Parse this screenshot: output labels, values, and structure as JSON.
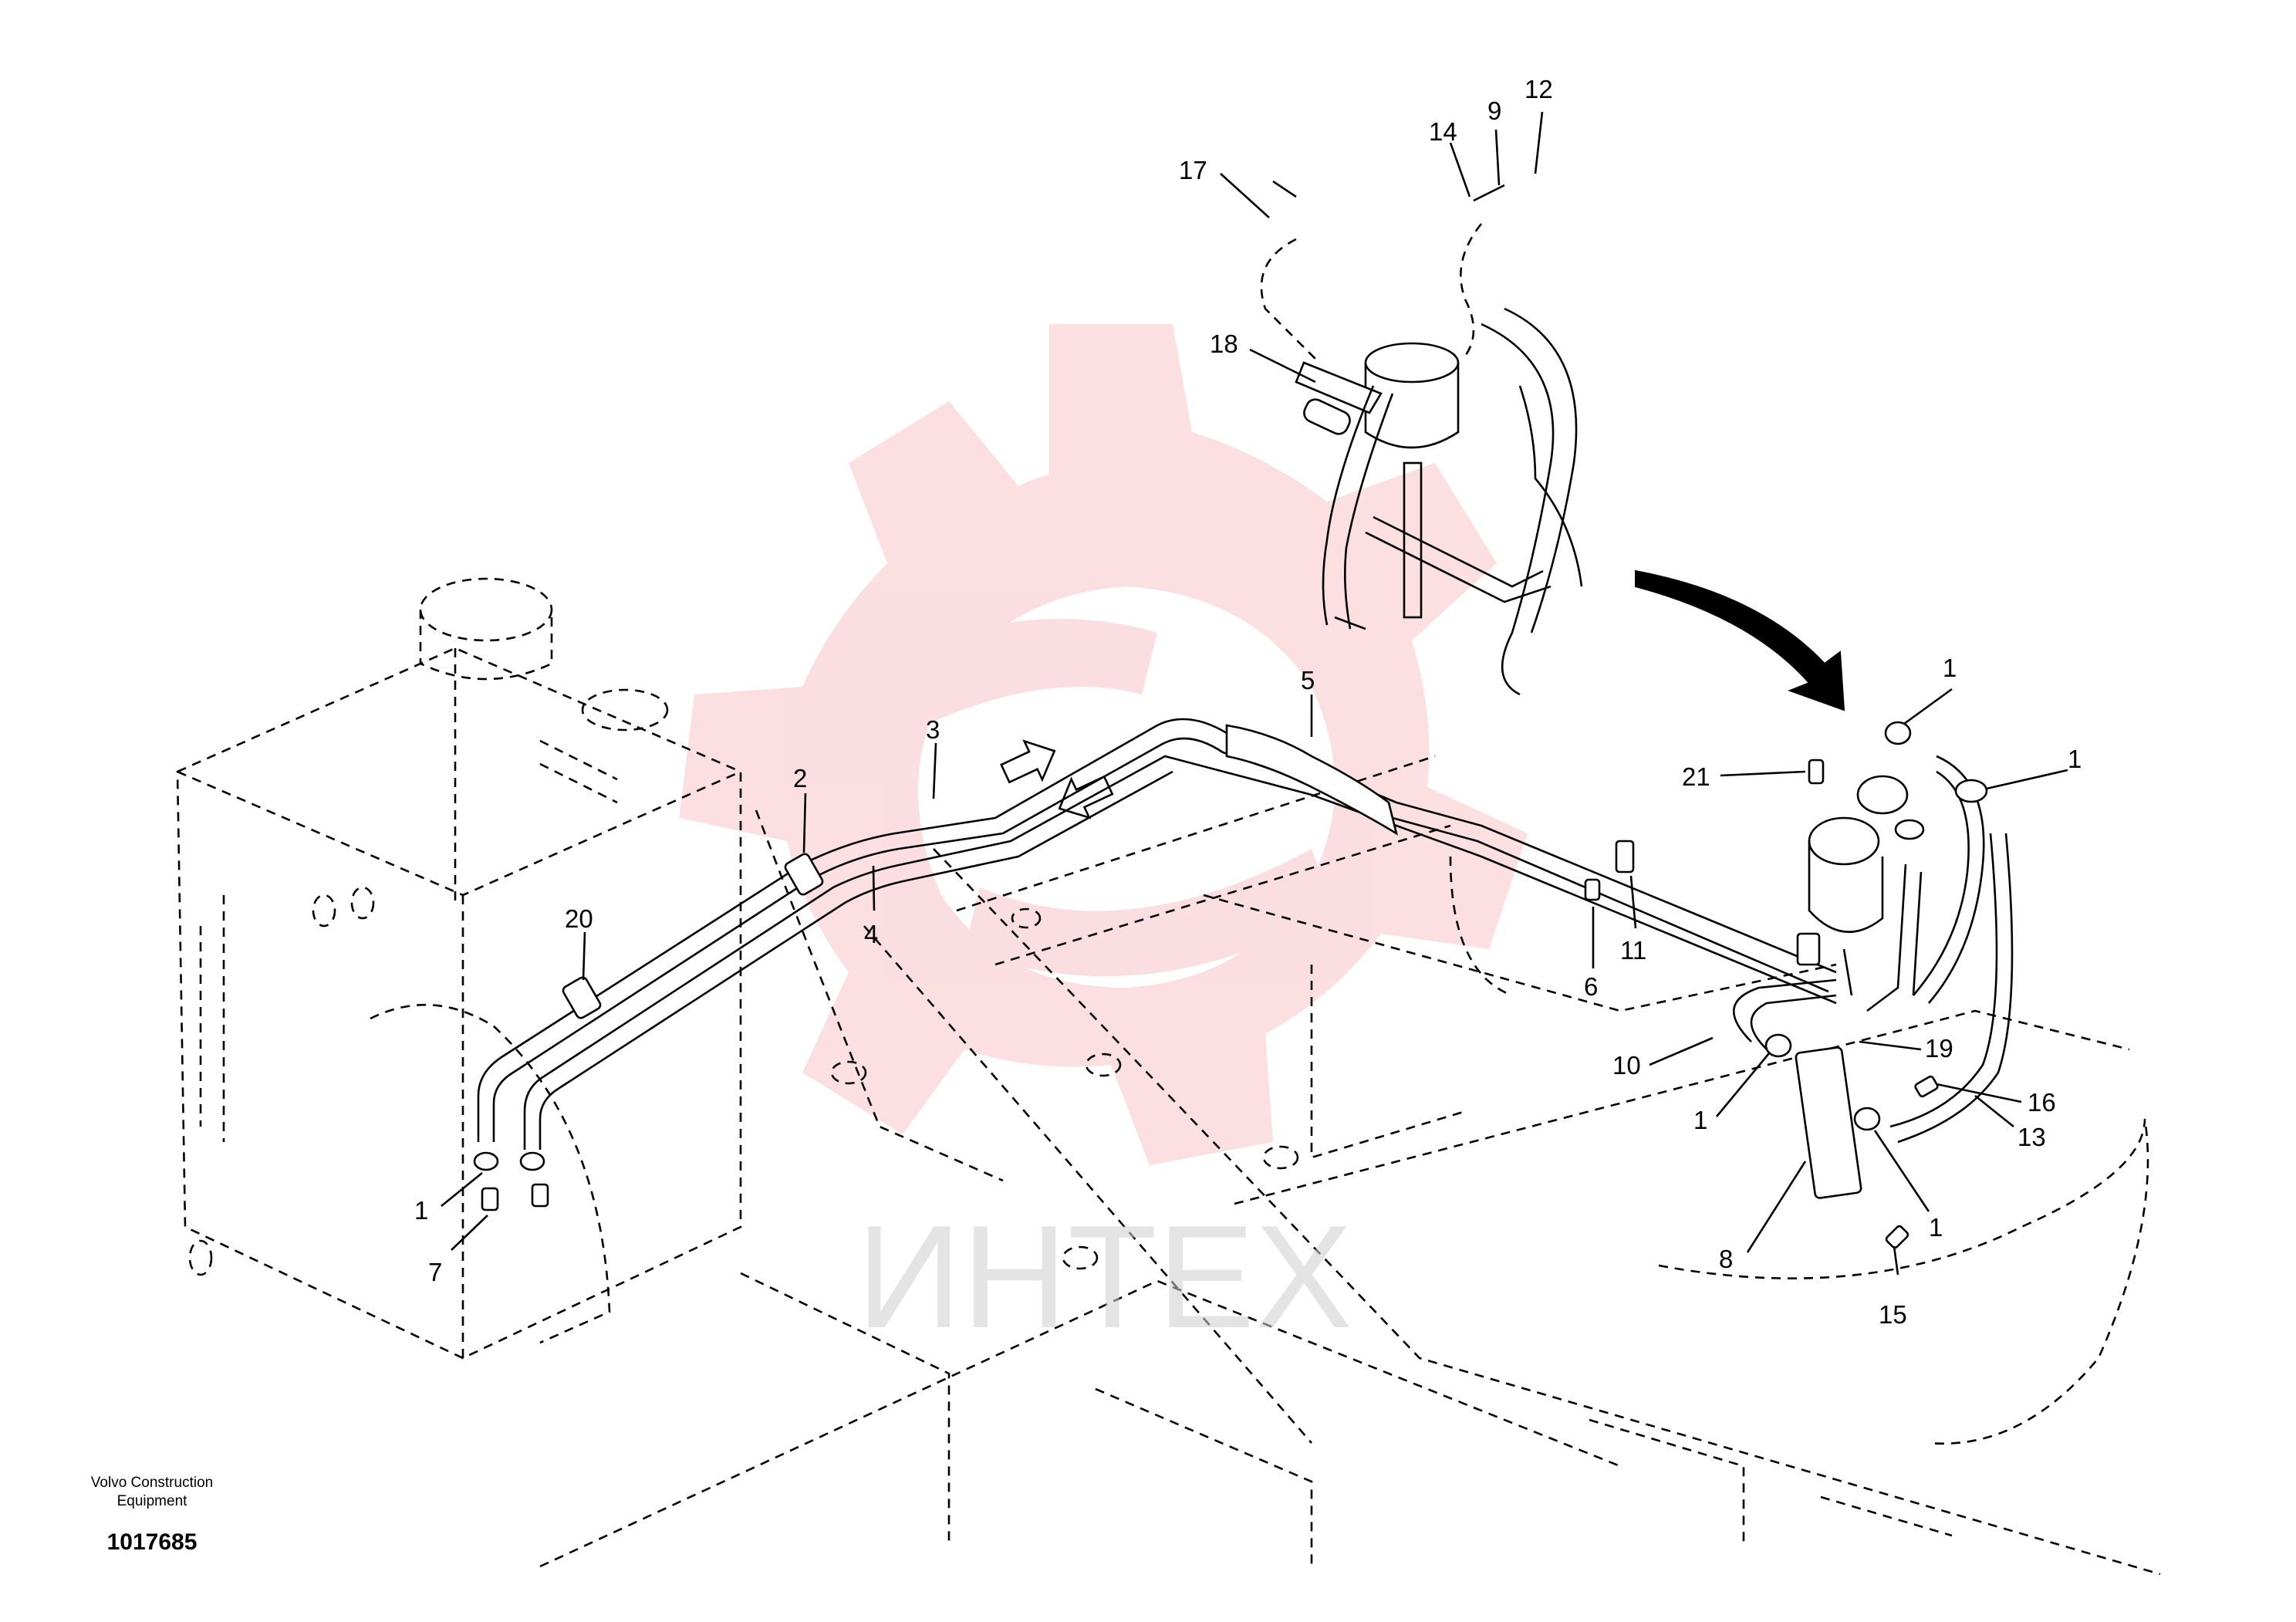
{
  "footer": {
    "manufacturer_line1": "Volvo Construction",
    "manufacturer_line2": "Equipment",
    "drawing_number": "1017685"
  },
  "watermark": {
    "text": "ИНТЕХ",
    "gear_color": "#f6b8bd",
    "text_color": "#cfcfcf"
  },
  "callouts": [
    {
      "id": "c17",
      "label": "17"
    },
    {
      "id": "c14",
      "label": "14"
    },
    {
      "id": "c9",
      "label": "9"
    },
    {
      "id": "c12",
      "label": "12"
    },
    {
      "id": "c18",
      "label": "18"
    },
    {
      "id": "c5",
      "label": "5"
    },
    {
      "id": "c3",
      "label": "3"
    },
    {
      "id": "c2",
      "label": "2"
    },
    {
      "id": "c4",
      "label": "4"
    },
    {
      "id": "c20",
      "label": "20"
    },
    {
      "id": "c1a",
      "label": "1"
    },
    {
      "id": "c7",
      "label": "7"
    },
    {
      "id": "c1b",
      "label": "1"
    },
    {
      "id": "c1c",
      "label": "1"
    },
    {
      "id": "c21",
      "label": "21"
    },
    {
      "id": "c6",
      "label": "6"
    },
    {
      "id": "c11",
      "label": "11"
    },
    {
      "id": "c19",
      "label": "19"
    },
    {
      "id": "c10",
      "label": "10"
    },
    {
      "id": "c1d",
      "label": "1"
    },
    {
      "id": "c16",
      "label": "16"
    },
    {
      "id": "c13",
      "label": "13"
    },
    {
      "id": "c8",
      "label": "8"
    },
    {
      "id": "c1e",
      "label": "1"
    },
    {
      "id": "c15",
      "label": "15"
    }
  ]
}
